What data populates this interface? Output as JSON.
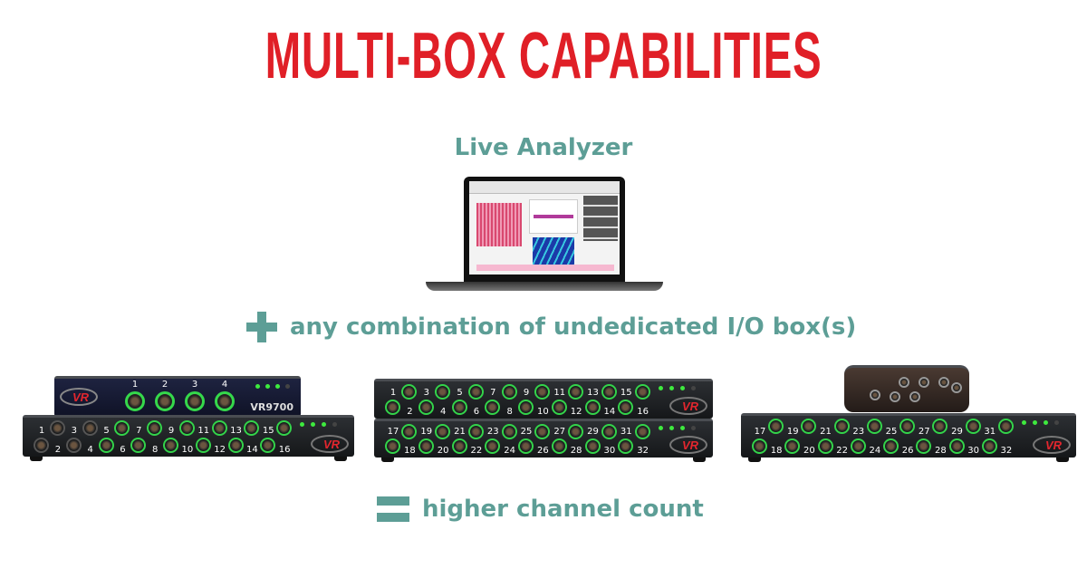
{
  "title": "MULTI-BOX CAPABILITIES",
  "subtitle": "Live Analyzer",
  "plus_text": "any combination of undedicated I/O box(s)",
  "equals_text": "higher channel count",
  "colors": {
    "title": "#e01f27",
    "accent": "#5d9e96",
    "port_ring": "#33d34a"
  },
  "devices": {
    "left": {
      "top_model": "VR9700",
      "top_channels": [
        "1",
        "2",
        "3",
        "4"
      ],
      "bottom_channels": [
        "1",
        "2",
        "3",
        "4",
        "5",
        "6",
        "7",
        "8",
        "9",
        "10",
        "11",
        "12",
        "13",
        "14",
        "15",
        "16"
      ]
    },
    "middle": {
      "top_channels": [
        "1",
        "2",
        "3",
        "4",
        "5",
        "6",
        "7",
        "8",
        "9",
        "10",
        "11",
        "12",
        "13",
        "14",
        "15",
        "16"
      ],
      "bottom_channels": [
        "17",
        "18",
        "19",
        "20",
        "21",
        "22",
        "23",
        "24",
        "25",
        "26",
        "27",
        "28",
        "29",
        "30",
        "31",
        "32"
      ]
    },
    "right": {
      "bottom_channels": [
        "17",
        "18",
        "19",
        "20",
        "21",
        "22",
        "23",
        "24",
        "25",
        "26",
        "27",
        "28",
        "29",
        "30",
        "31",
        "32"
      ]
    }
  }
}
